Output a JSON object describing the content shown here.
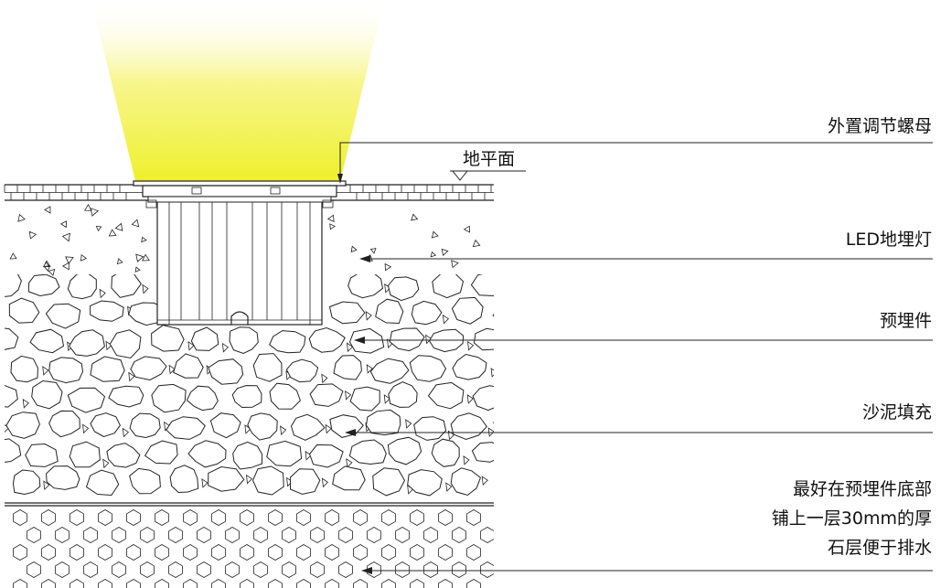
{
  "labels": {
    "ground_level": "地平面",
    "adjust_nut": "外置调节螺母",
    "led_light": "LED地埋灯",
    "embedded_part": "预埋件",
    "sand_fill": "沙泥填充",
    "drain_note_line1": "最好在预埋件底部",
    "drain_note_line2": "铺上一层30mm的厚",
    "drain_note_line3": "石层便于排水"
  },
  "colors": {
    "light_beam": "#f2ef3a",
    "line": "#222222"
  }
}
